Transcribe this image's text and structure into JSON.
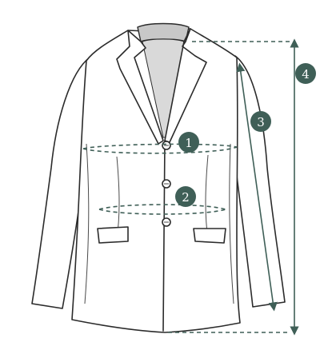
{
  "colors": {
    "measure": "#3f5f57",
    "outline": "#2b2b2b",
    "collar_inner": "#c8c8c8",
    "badge_text": "#ffffff"
  },
  "markers": [
    {
      "id": "1",
      "label": "1"
    },
    {
      "id": "2",
      "label": "2"
    },
    {
      "id": "3",
      "label": "3"
    },
    {
      "id": "4",
      "label": "4"
    }
  ]
}
